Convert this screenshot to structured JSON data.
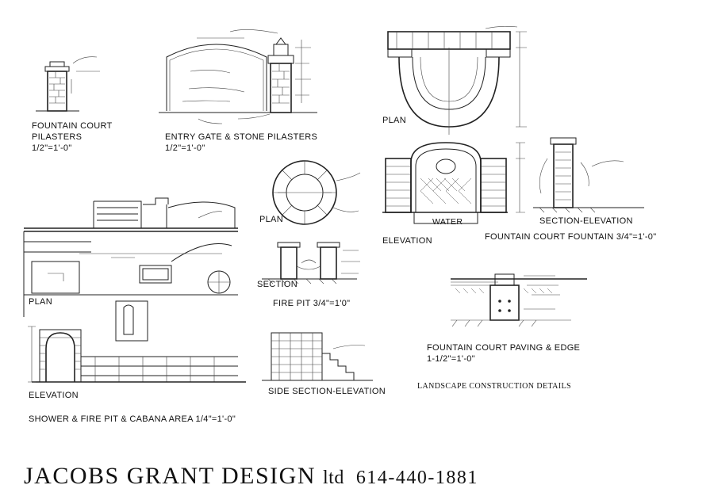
{
  "sheet_title": "LANDSCAPE CONSTRUCTION DETAILS",
  "firm": {
    "name": "JACOBS GRANT DESIGN",
    "suffix": "ltd",
    "phone": "614-440-1881"
  },
  "details": {
    "fountain_court_pilasters": {
      "title_line1": "FOUNTAIN COURT",
      "title_line2": "PILASTERS",
      "scale": "1/2\"=1'-0\""
    },
    "entry_gate": {
      "title": "ENTRY GATE & STONE PILASTERS",
      "scale": "1/2\"=1'-0\""
    },
    "fountain_court_fountain": {
      "plan_label": "PLAN",
      "elevation_label": "ELEVATION",
      "section_elevation_label": "SECTION-ELEVATION",
      "water_label": "WATER",
      "title": "FOUNTAIN COURT FOUNTAIN 3/4\"=1'-0\""
    },
    "fire_pit": {
      "plan_label": "PLAN",
      "section_label": "SECTION",
      "title": "FIRE PIT 3/4\"=1'0\""
    },
    "shower_area": {
      "plan_label": "PLAN",
      "elevation_label": "ELEVATION",
      "side_section_label": "SIDE SECTION-ELEVATION",
      "title": "SHOWER & FIRE PIT & CABANA AREA 1/4\"=1'-0\""
    },
    "paving_edge": {
      "title": "FOUNTAIN COURT PAVING & EDGE",
      "scale": "1-1/2\"=1'-0\""
    }
  }
}
